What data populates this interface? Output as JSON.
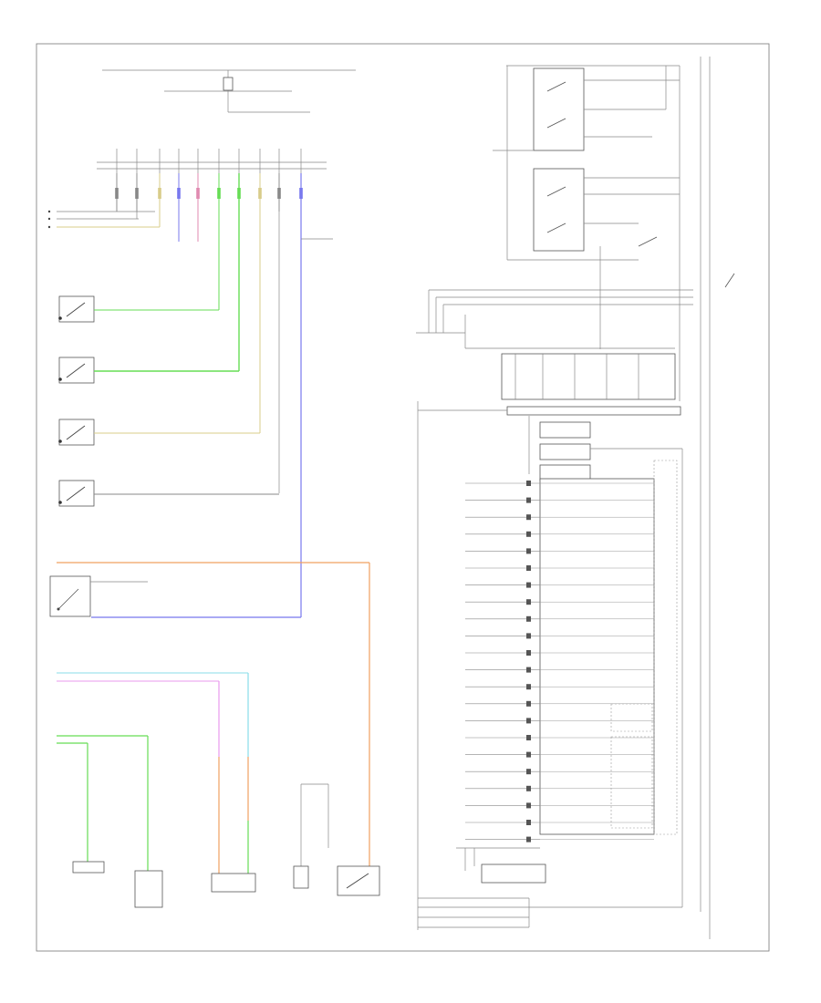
{
  "page": {
    "footer_left": "",
    "footer_right": ""
  },
  "colors": {
    "frame": "#777777",
    "wire_gray": "#888888",
    "wire_yellow": "#d8cc8a",
    "wire_blue": "#7878ee",
    "wire_pink": "#e08ab0",
    "wire_green": "#66dd55",
    "wire_orange": "#f0a060",
    "wire_magenta": "#e89aee",
    "wire_cyan": "#88dde8"
  },
  "connector_pins": [
    {
      "label": "",
      "color": "yellow"
    },
    {
      "label": "",
      "color": "blue"
    },
    {
      "label": "",
      "color": "pink"
    },
    {
      "label": "",
      "color": "green"
    },
    {
      "label": "",
      "color": "green"
    },
    {
      "label": "",
      "color": "yellow"
    },
    {
      "label": "",
      "color": "gray"
    },
    {
      "label": "",
      "color": "blue"
    }
  ],
  "cluster_rows": [
    {
      "wire": "",
      "label": ""
    },
    {
      "wire": "",
      "label": ""
    },
    {
      "wire": "",
      "label": ""
    },
    {
      "wire": "",
      "label": ""
    },
    {
      "wire": "",
      "label": ""
    },
    {
      "wire": "",
      "label": ""
    },
    {
      "wire": "",
      "label": ""
    },
    {
      "wire": "",
      "label": ""
    },
    {
      "wire": "",
      "label": ""
    },
    {
      "wire": "",
      "label": ""
    },
    {
      "wire": "",
      "label": ""
    },
    {
      "wire": "",
      "label": ""
    },
    {
      "wire": "",
      "label": ""
    },
    {
      "wire": "",
      "label": ""
    },
    {
      "wire": "",
      "label": ""
    },
    {
      "wire": "",
      "label": ""
    },
    {
      "wire": "",
      "label": ""
    },
    {
      "wire": "",
      "label": ""
    },
    {
      "wire": "",
      "label": ""
    },
    {
      "wire": "",
      "label": ""
    },
    {
      "wire": "",
      "label": ""
    },
    {
      "wire": "",
      "label": ""
    }
  ],
  "door_switches": [
    {
      "name": ""
    },
    {
      "name": ""
    },
    {
      "name": ""
    },
    {
      "name": ""
    }
  ],
  "bottom_components": [
    {
      "name": ""
    },
    {
      "name": ""
    },
    {
      "name": ""
    },
    {
      "name": ""
    },
    {
      "name": ""
    }
  ],
  "relay_boxes": [
    {
      "name": ""
    },
    {
      "name": ""
    }
  ],
  "right_labels": {
    "vertical_main": "",
    "vertical_cluster": "",
    "ground": ""
  }
}
